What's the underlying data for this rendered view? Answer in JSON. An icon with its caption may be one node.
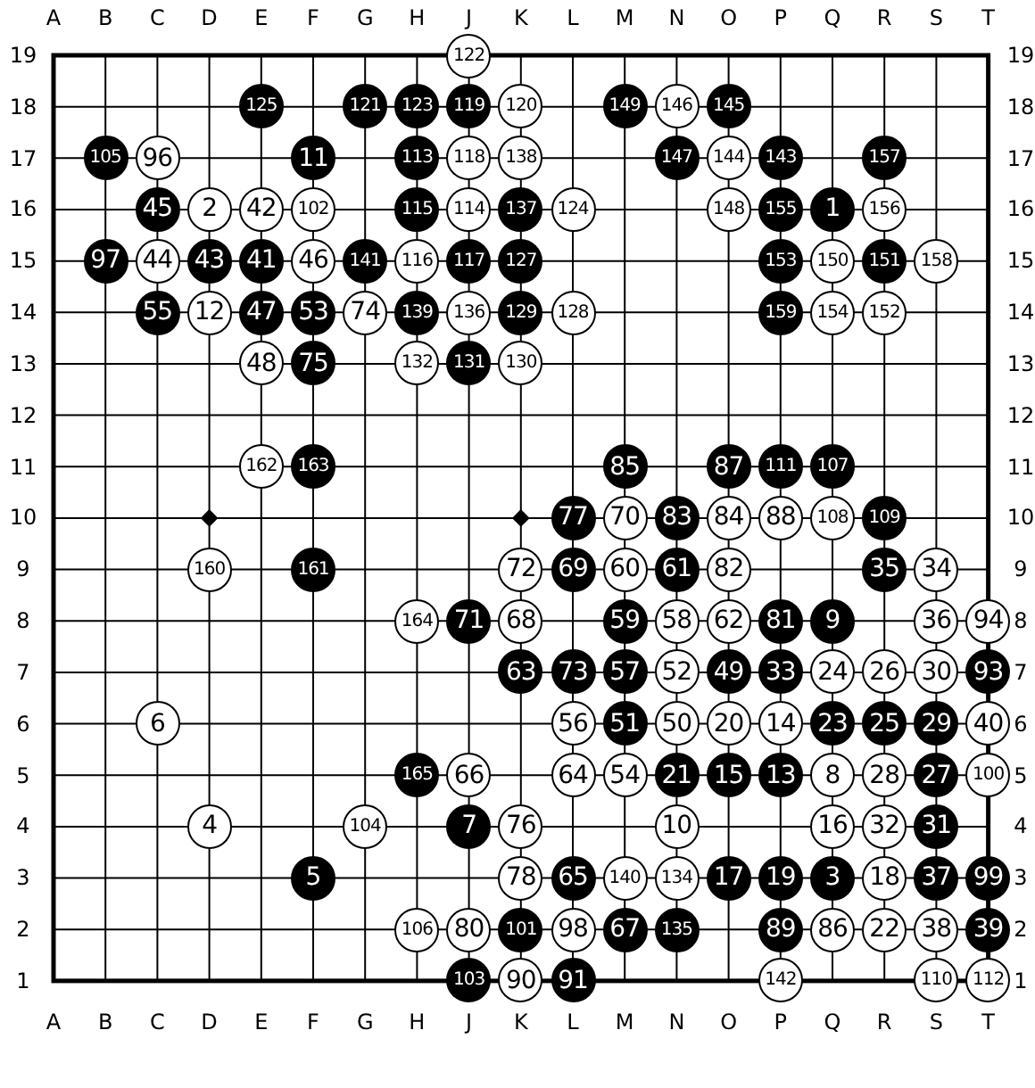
{
  "diagram": {
    "nodes": [
      {
        "text": [
          "122"
        ]
      },
      {
        "text": [
          "125"
        ]
      },
      {
        "text": [
          "121"
        ]
      },
      {
        "text": [
          "123"
        ]
      },
      {
        "text": [
          "119"
        ]
      },
      {
        "text": [
          "120"
        ]
      },
      {
        "text": [
          "149"
        ]
      },
      {
        "text": [
          "146"
        ]
      },
      {
        "text": [
          "145"
        ]
      },
      {
        "text": [
          "105"
        ]
      },
      {
        "text": [
          "96"
        ]
      },
      {
        "text": [
          "11"
        ]
      },
      {
        "text": [
          "113"
        ]
      },
      {
        "text": [
          "118"
        ]
      },
      {
        "text": [
          "138"
        ]
      },
      {
        "text": [
          "147"
        ]
      },
      {
        "text": [
          "144"
        ]
      },
      {
        "text": [
          "143"
        ]
      },
      {
        "text": [
          "157"
        ]
      },
      {
        "text": [
          "45"
        ]
      },
      {
        "text": [
          "2"
        ]
      },
      {
        "text": [
          "42"
        ]
      },
      {
        "text": [
          "102"
        ]
      },
      {
        "text": [
          "115"
        ]
      },
      {
        "text": [
          "114"
        ]
      },
      {
        "text": [
          "137"
        ]
      },
      {
        "text": [
          "124"
        ]
      },
      {
        "text": [
          "148"
        ]
      },
      {
        "text": [
          "155"
        ]
      },
      {
        "text": [
          "1"
        ]
      },
      {
        "text": [
          "156"
        ]
      },
      {
        "text": [
          "97"
        ]
      },
      {
        "text": [
          "44"
        ]
      },
      {
        "text": [
          "43"
        ]
      },
      {
        "text": [
          "41"
        ]
      },
      {
        "text": [
          "46"
        ]
      },
      {
        "text": [
          "141"
        ]
      },
      {
        "text": [
          "116"
        ]
      },
      {
        "text": [
          "117"
        ]
      },
      {
        "text": [
          "127"
        ]
      },
      {
        "text": [
          "153"
        ]
      },
      {
        "text": [
          "150"
        ]
      },
      {
        "text": [
          "151"
        ]
      },
      {
        "text": [
          "158"
        ]
      },
      {
        "text": [
          "55"
        ]
      },
      {
        "text": [
          "12"
        ]
      },
      {
        "text": [
          "47"
        ]
      },
      {
        "text": [
          "53"
        ]
      },
      {
        "text": [
          "74"
        ]
      },
      {
        "text": [
          "139"
        ]
      },
      {
        "text": [
          "136"
        ]
      },
      {
        "text": [
          "129"
        ]
      },
      {
        "text": [
          "128"
        ]
      },
      {
        "text": [
          "159"
        ]
      },
      {
        "text": [
          "154"
        ]
      },
      {
        "text": [
          "152"
        ]
      },
      {
        "text": [
          "48"
        ]
      },
      {
        "text": [
          "75"
        ]
      },
      {
        "text": [
          "132"
        ]
      },
      {
        "text": [
          "131"
        ]
      },
      {
        "text": [
          "130"
        ]
      },
      {
        "text": [
          "162"
        ]
      },
      {
        "text": [
          "163"
        ]
      },
      {
        "text": [
          "85"
        ]
      },
      {
        "text": [
          "87"
        ]
      },
      {
        "text": [
          "111"
        ]
      },
      {
        "text": [
          "107"
        ]
      },
      {
        "text": [
          "77"
        ]
      },
      {
        "text": [
          "70"
        ]
      },
      {
        "text": [
          "83"
        ]
      },
      {
        "text": [
          "84"
        ]
      },
      {
        "text": [
          "88"
        ]
      },
      {
        "text": [
          "108"
        ]
      },
      {
        "text": [
          "109"
        ]
      },
      {
        "text": [
          "160"
        ]
      },
      {
        "text": [
          "161"
        ]
      },
      {
        "text": [
          "72"
        ]
      },
      {
        "text": [
          "69"
        ]
      },
      {
        "text": [
          "60"
        ]
      },
      {
        "text": [
          "61"
        ]
      },
      {
        "text": [
          "82"
        ]
      },
      {
        "text": [
          "35"
        ]
      },
      {
        "text": [
          "34"
        ]
      },
      {
        "text": [
          "164"
        ]
      },
      {
        "text": [
          "71"
        ]
      },
      {
        "text": [
          "68"
        ]
      },
      {
        "text": [
          "59"
        ]
      },
      {
        "text": [
          "58"
        ]
      },
      {
        "text": [
          "62"
        ]
      },
      {
        "text": [
          "81"
        ]
      },
      {
        "text": [
          "9"
        ]
      },
      {
        "text": [
          "36"
        ]
      },
      {
        "text": [
          "94"
        ]
      },
      {
        "text": [
          "63"
        ]
      },
      {
        "text": [
          "73"
        ]
      },
      {
        "text": [
          "57"
        ]
      },
      {
        "text": [
          "52"
        ]
      },
      {
        "text": [
          "49"
        ]
      },
      {
        "text": [
          "33"
        ]
      },
      {
        "text": [
          "24"
        ]
      },
      {
        "text": [
          "26"
        ]
      },
      {
        "text": [
          "30"
        ]
      },
      {
        "text": [
          "93"
        ]
      },
      {
        "text": [
          "6"
        ]
      },
      {
        "text": [
          "56"
        ]
      },
      {
        "text": [
          "51"
        ]
      },
      {
        "text": [
          "50"
        ]
      },
      {
        "text": [
          "20"
        ]
      },
      {
        "text": [
          "14"
        ]
      },
      {
        "text": [
          "23"
        ]
      },
      {
        "text": [
          "25"
        ]
      },
      {
        "text": [
          "29"
        ]
      },
      {
        "text": [
          "40"
        ]
      },
      {
        "text": [
          "165"
        ]
      },
      {
        "text": [
          "66"
        ]
      },
      {
        "text": [
          "64"
        ]
      },
      {
        "text": [
          "54"
        ]
      },
      {
        "text": [
          "21"
        ]
      },
      {
        "text": [
          "15"
        ]
      },
      {
        "text": [
          "13"
        ]
      },
      {
        "text": [
          "8"
        ]
      },
      {
        "text": [
          "28"
        ]
      },
      {
        "text": [
          "27"
        ]
      },
      {
        "text": [
          "100"
        ]
      },
      {
        "text": [
          "4"
        ]
      },
      {
        "text": [
          "104"
        ]
      },
      {
        "text": [
          "7"
        ]
      },
      {
        "text": [
          "76"
        ]
      },
      {
        "text": [
          "10"
        ]
      },
      {
        "text": [
          "16"
        ]
      },
      {
        "text": [
          "32"
        ]
      },
      {
        "text": [
          "31"
        ]
      },
      {
        "text": [
          "5"
        ]
      },
      {
        "text": [
          "78"
        ]
      },
      {
        "text": [
          "65"
        ]
      },
      {
        "text": [
          "140"
        ]
      },
      {
        "text": [
          "134"
        ]
      },
      {
        "text": [
          "17"
        ]
      },
      {
        "text": [
          "19"
        ]
      },
      {
        "text": [
          "3"
        ]
      },
      {
        "text": [
          "18"
        ]
      },
      {
        "text": [
          "37"
        ]
      },
      {
        "text": [
          "99"
        ]
      },
      {
        "text": [
          "106"
        ]
      },
      {
        "text": [
          "80"
        ]
      },
      {
        "text": [
          "101"
        ]
      },
      {
        "text": [
          "98"
        ]
      },
      {
        "text": [
          "67"
        ]
      },
      {
        "text": [
          "135"
        ]
      },
      {
        "text": [
          "89"
        ]
      },
      {
        "text": [
          "86"
        ]
      },
      {
        "text": [
          "22"
        ]
      },
      {
        "text": [
          "38"
        ]
      },
      {
        "text": [
          "39"
        ]
      },
      {
        "text": [
          "103"
        ]
      },
      {
        "text": [
          "90"
        ]
      },
      {
        "text": [
          "91"
        ]
      },
      {
        "text": [
          "142"
        ]
      },
      {
        "text": [
          "110"
        ]
      },
      {
        "text": [
          "112"
        ]
      }
    ],
    "labels": [
      "A",
      "B",
      "C",
      "D",
      "E",
      "F",
      "G",
      "H",
      "J",
      "K",
      "L",
      "M",
      "N",
      "O",
      "P",
      "Q",
      "R",
      "S",
      "T",
      "19",
      "19",
      "18",
      "18",
      "17",
      "17",
      "16",
      "16",
      "15",
      "15",
      "14",
      "14",
      "13",
      "13",
      "12",
      "12",
      "11",
      "11",
      "10",
      "10",
      "9",
      "9",
      "8",
      "8",
      "7",
      "7",
      "6",
      "6",
      "5",
      "5",
      "4",
      "4",
      "3",
      "3",
      "2",
      "2",
      "1",
      "1",
      "A",
      "B",
      "C",
      "D",
      "E",
      "F",
      "G",
      "H",
      "J",
      "K",
      "L",
      "M",
      "N",
      "O",
      "P",
      "Q",
      "R",
      "S",
      "T"
    ]
  }
}
